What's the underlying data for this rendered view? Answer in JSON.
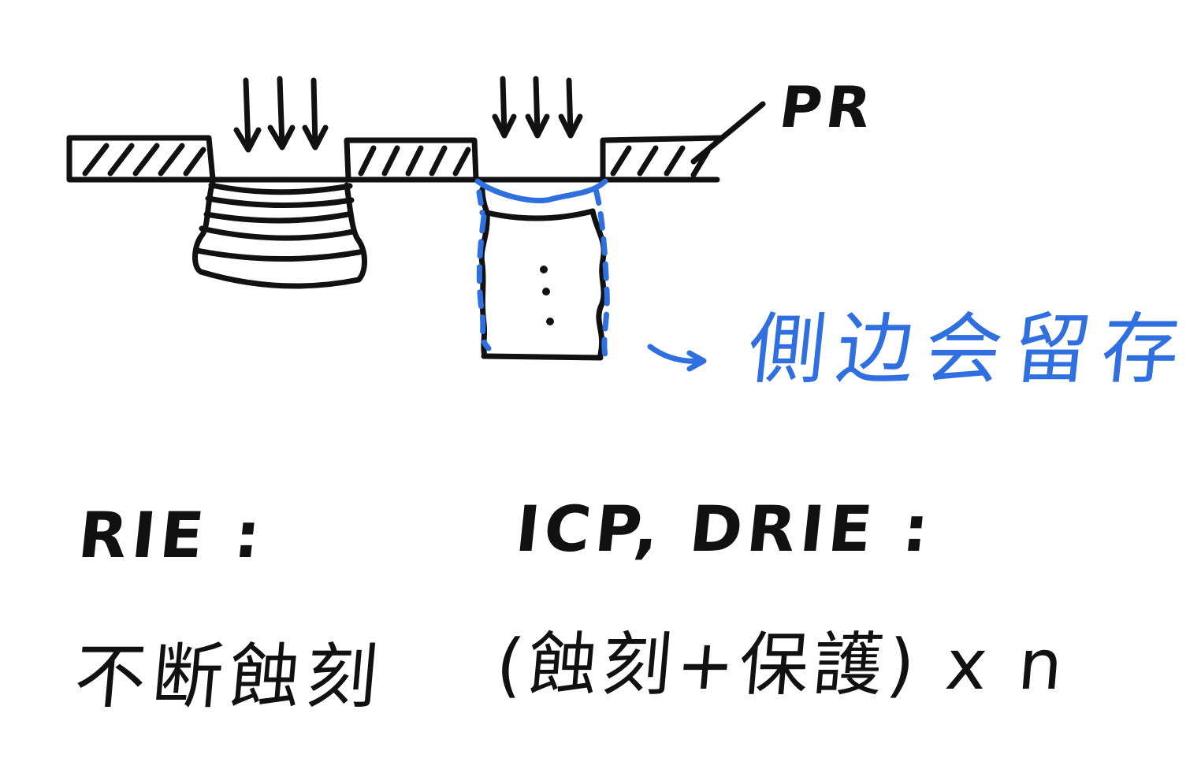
{
  "colors": {
    "ink": "#111111",
    "blue": "#2f6fe0"
  },
  "labels": {
    "pr": "PR",
    "sidewall_note": "側边会留存",
    "rie_title": "RIE :",
    "icp_title": "ICP, DRIE :",
    "rie_desc": "不断蝕刻",
    "icp_desc": "(蝕刻+保護) x n"
  }
}
